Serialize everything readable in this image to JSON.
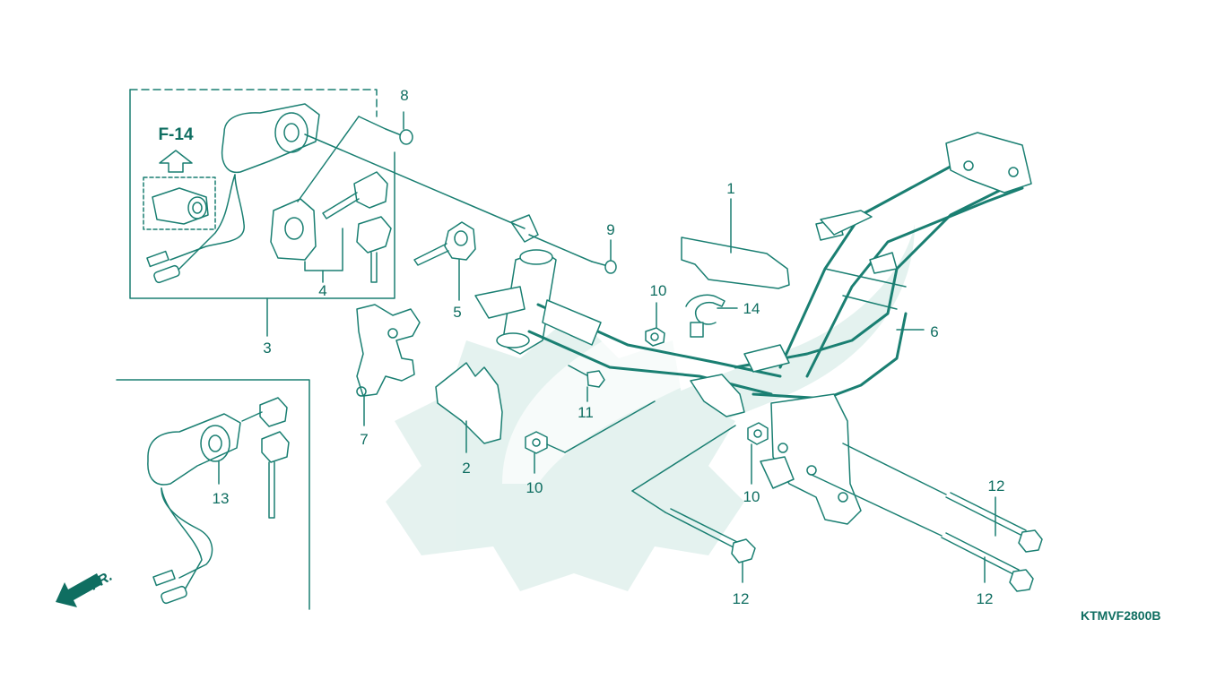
{
  "diagram": {
    "drawing_code": "KTMVF2800B",
    "reference_label": "F-14",
    "front_label": "FR.",
    "colors": {
      "line": "#1a7f72",
      "text": "#0f6e61",
      "watermark": "#cfe8e2"
    },
    "callouts": [
      {
        "id": "p1",
        "label": "1"
      },
      {
        "id": "p2",
        "label": "2"
      },
      {
        "id": "p3",
        "label": "3"
      },
      {
        "id": "p4",
        "label": "4"
      },
      {
        "id": "p5",
        "label": "5"
      },
      {
        "id": "p6",
        "label": "6"
      },
      {
        "id": "p7",
        "label": "7"
      },
      {
        "id": "p8",
        "label": "8"
      },
      {
        "id": "p9",
        "label": "9"
      },
      {
        "id": "p10a",
        "label": "10"
      },
      {
        "id": "p10b",
        "label": "10"
      },
      {
        "id": "p10c",
        "label": "10"
      },
      {
        "id": "p11",
        "label": "11"
      },
      {
        "id": "p12a",
        "label": "12"
      },
      {
        "id": "p12b",
        "label": "12"
      },
      {
        "id": "p12c",
        "label": "12"
      },
      {
        "id": "p13",
        "label": "13"
      },
      {
        "id": "p14",
        "label": "14"
      }
    ]
  }
}
